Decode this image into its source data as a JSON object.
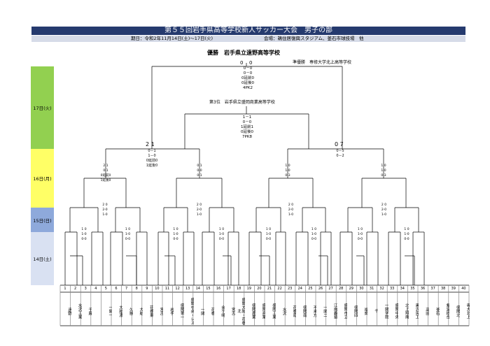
{
  "header": {
    "title": "第５５回岩手県高等学校新人サッカー大会　男子の部",
    "dates": "期日：令和2年11月14日(土)～17日(火)",
    "venues": "会場：鵜住居復興スタジアム、釜石市球技場　他"
  },
  "results": {
    "winner": "優勝　岩手県立遠野高等学校",
    "runner_up": "準優勝　専修大学北上高等学校",
    "third": "第3位　岩手県立盛岡商業高等学校",
    "final_score_left": "0",
    "final_score_right": "0",
    "final_detail": [
      "0－0",
      "0－0",
      "0延前0",
      "0延後0",
      "4PK2"
    ],
    "semi_left_score": "2 1",
    "semi_right_score": "0 7",
    "semi_detail_mid": [
      "1－1",
      "0－0",
      "1延前1",
      "0延後0",
      "7PK8"
    ],
    "semi_left_detail": [
      "0－1",
      "1－0",
      "0延前0",
      "1延後0"
    ],
    "semi_right_detail": [
      "0－5",
      "0－2"
    ]
  },
  "days": [
    {
      "label": "17日(火)",
      "color": "#92d050"
    },
    {
      "label": "16日(月)",
      "color": "#ffff66"
    },
    {
      "label": "15日(日)",
      "color": "#8ea9db"
    },
    {
      "label": "14日(土)",
      "color": "#d9e1f2"
    }
  ],
  "qf_labels": [
    "2 1\n0-1\n0延前0\n1延後0",
    "0 1\n0-0\n0-1",
    "1 0\n1-0\n0-3",
    "1 0\n1-0\n0-3"
  ],
  "teams": [
    {
      "no": "1",
      "name": "遠野"
    },
    {
      "no": "2",
      "name": "水沢工業"
    },
    {
      "no": "3",
      "name": "千厩"
    },
    {
      "no": "4",
      "name": ""
    },
    {
      "no": "5",
      "name": "一関一"
    },
    {
      "no": "6",
      "name": "大船渡"
    },
    {
      "no": "7",
      "name": "久慈"
    },
    {
      "no": "8",
      "name": "大船"
    },
    {
      "no": "9",
      "name": "花巻東"
    },
    {
      "no": "10",
      "name": "宮古"
    },
    {
      "no": "11",
      "name": "岩手"
    },
    {
      "no": "12",
      "name": "盛岡第一"
    },
    {
      "no": "13",
      "name": "盛岡中央・レス"
    },
    {
      "no": "14",
      "name": "一関"
    },
    {
      "no": "15",
      "name": "花巻"
    },
    {
      "no": "16",
      "name": "金ケ崎"
    },
    {
      "no": "17",
      "name": "宮古"
    },
    {
      "no": "18",
      "name": "盛岡大附・花巻北"
    },
    {
      "no": "19",
      "name": "盛岡農業"
    },
    {
      "no": "20",
      "name": "盛岡商業"
    },
    {
      "no": "21",
      "name": "盛岡工業"
    },
    {
      "no": "22",
      "name": "水沢"
    },
    {
      "no": "23",
      "name": "花巻南"
    },
    {
      "no": "24",
      "name": "盛岡南"
    },
    {
      "no": "25",
      "name": "不来方"
    },
    {
      "no": "26",
      "name": "一関二"
    },
    {
      "no": "27",
      "name": "江南義塾"
    },
    {
      "no": "28",
      "name": "盛岡市立"
    },
    {
      "no": "29",
      "name": "盛岡四"
    },
    {
      "no": "30",
      "name": "福岡"
    },
    {
      "no": "31",
      "name": "千"
    },
    {
      "no": "32",
      "name": "一関学院"
    },
    {
      "no": "33",
      "name": "盛岡中央"
    },
    {
      "no": "34",
      "name": "北上翔南"
    },
    {
      "no": "35",
      "name": "黒沢尻工"
    },
    {
      "no": "36",
      "name": "高田"
    },
    {
      "no": "37",
      "name": "釜石"
    },
    {
      "no": "38",
      "name": "紫波総合"
    },
    {
      "no": "39",
      "name": "盛岡北"
    },
    {
      "no": "40",
      "name": "専大北上"
    }
  ]
}
